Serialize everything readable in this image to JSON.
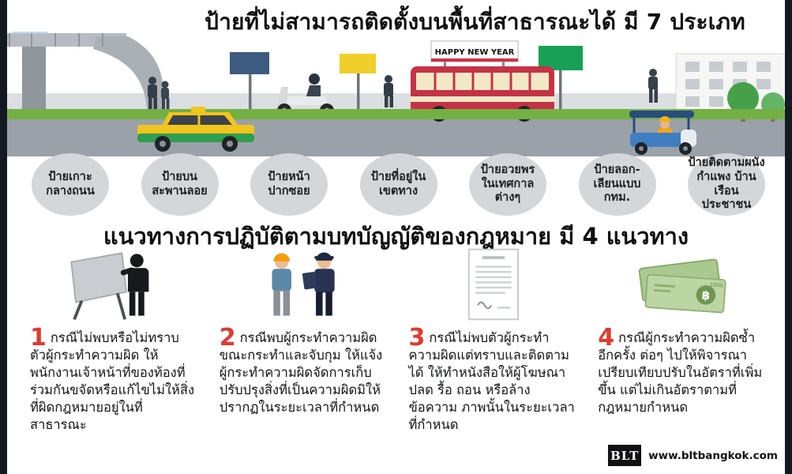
{
  "top": {
    "title": "ป้ายที่ไม่สามารถติดตั้งบนพื้นที่สาธารณะได้ มี 7 ประเภท"
  },
  "scene": {
    "bus_banner": "HAPPY NEW YEAR"
  },
  "sign_types": [
    "ป้ายเกาะ\nกลางถนน",
    "ป้ายบน\nสะพานลอย",
    "ป้ายหน้า\nปากซอย",
    "ป้ายที่อยู่ใน\nเขตทาง",
    "ป้ายอวยพร\nในเทศกาล\nต่างๆ",
    "ป้ายลอก-\nเลียนแบบ\nกทม.",
    "ป้ายติดตามผนัง\nกำแพง บ้านเรือน\nประชาชน"
  ],
  "guidelines": {
    "title": "แนวทางการปฏิบัติตามบทบัญญัติของกฎหมาย มี 4 แนวทาง",
    "items": [
      {
        "number": "1",
        "text": "กรณีไม่พบหรือไม่ทราบตัวผู้กระทำความผิด ให้พนักงานเจ้าหน้าที่ของท้องที่ร่วมกันขจัดหรือแก้ไขไม่ให้สิ่งที่ผิดกฎหมายอยู่ในที่สาธารณะ"
      },
      {
        "number": "2",
        "text": "กรณีพบผู้กระทำความผิดขณะกระทำและจับกุม ให้แจ้งผู้กระทำความผิดจัดการเก็บ ปรับปรุงสิ่งที่เป็นความผิดมิให้ปรากฏในระยะเวลาที่กำหนด"
      },
      {
        "number": "3",
        "text": "กรณีไม่พบตัวผู้กระทำความผิดแต่ทราบและติดตามได้ ให้ทำหนังสือให้ผู้โฆษณา ปลด รื้อ ถอน หรือล้างข้อความ ภาพนั้นในระยะเวลาที่กำหนด"
      },
      {
        "number": "4",
        "text": "กรณีผู้กระทำความผิดซ้ำอีกครั้ง ต่อๆ ไปให้พิจารณาเปรียบเทียบปรับในอัตราที่เพิ่มขึ้น แต่ไม่เกินอัตราตามที่กฎหมายกำหนด"
      }
    ]
  },
  "illustrations": {
    "baht_symbol": "฿",
    "note_value": "1000"
  },
  "footer": {
    "logo": "BLT",
    "website": "www.bltbangkok.com"
  },
  "colors": {
    "number_red": "#e03a2f",
    "circle_gray": "#d3d7da",
    "road_gray": "#9aa1a8",
    "grass_green": "#74b043",
    "bus_red": "#c53246",
    "taxi_yellow": "#f2c51d",
    "taxi_green": "#2e9e4f",
    "tuktuk_blue": "#3f7fc1"
  }
}
